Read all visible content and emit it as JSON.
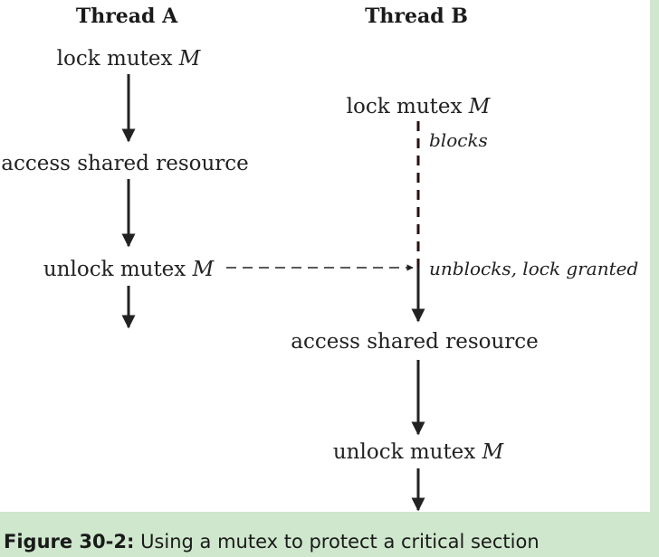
{
  "diagram": {
    "thread_a": {
      "header": "Thread A",
      "steps": {
        "lock": {
          "text": "lock mutex ",
          "var": "M"
        },
        "access": {
          "text": "access shared resource"
        },
        "unlock": {
          "text": "unlock mutex ",
          "var": "M"
        }
      }
    },
    "thread_b": {
      "header": "Thread B",
      "steps": {
        "lock": {
          "text": "lock mutex ",
          "var": "M"
        },
        "access": {
          "text": "access shared resource"
        },
        "unlock": {
          "text": "unlock mutex ",
          "var": "M"
        }
      },
      "notes": {
        "blocks": "blocks",
        "unblocks": "unblocks, lock granted"
      }
    },
    "colors": {
      "frame": "#cfe7cd",
      "arrow": "#222222",
      "blocked": "#2a1010"
    }
  },
  "caption": {
    "label": "Figure 30-2:",
    "text": " Using a mutex to protect a critical section"
  }
}
